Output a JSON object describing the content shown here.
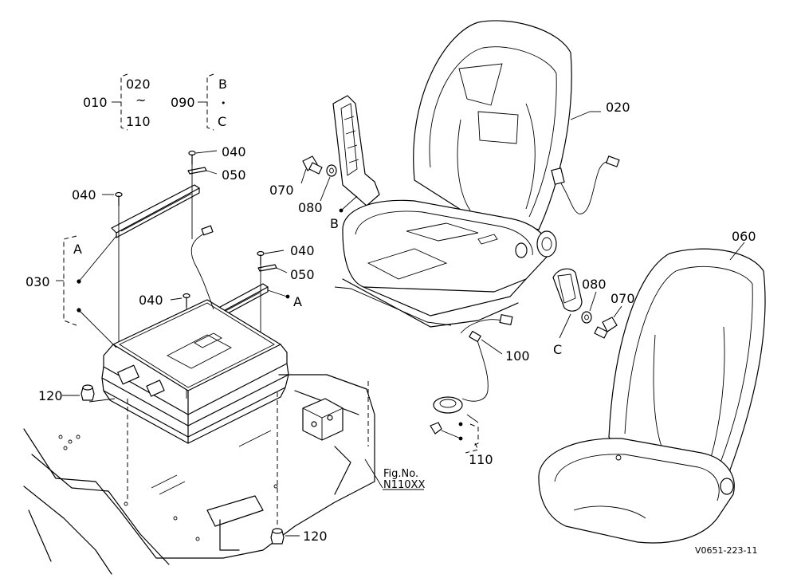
{
  "labels": {
    "l_010": "010",
    "l_020_bracket": "020",
    "l_tilde": "~",
    "l_110_bracket": "110",
    "l_090": "090",
    "l_B_bracket": "B",
    "l_dot_mid": "•",
    "l_C_bracket": "C",
    "l_040_a": "040",
    "l_050_a": "050",
    "l_040_b": "040",
    "l_040_c": "040",
    "l_050_b": "050",
    "l_040_d": "040",
    "l_A_rail": "A",
    "l_A_group": "A",
    "l_030": "030",
    "l_120_a": "120",
    "l_120_b": "120",
    "l_070_a": "070",
    "l_080_a": "080",
    "l_B_seat": "B",
    "l_020_seat": "020",
    "l_060": "060",
    "l_080_b": "080",
    "l_070_b": "070",
    "l_C_seat": "C",
    "l_100": "100",
    "l_110": "110",
    "fig_no": "Fig.No.",
    "fig_code": "N110XX",
    "drawing_id": "V0651-223-11"
  }
}
